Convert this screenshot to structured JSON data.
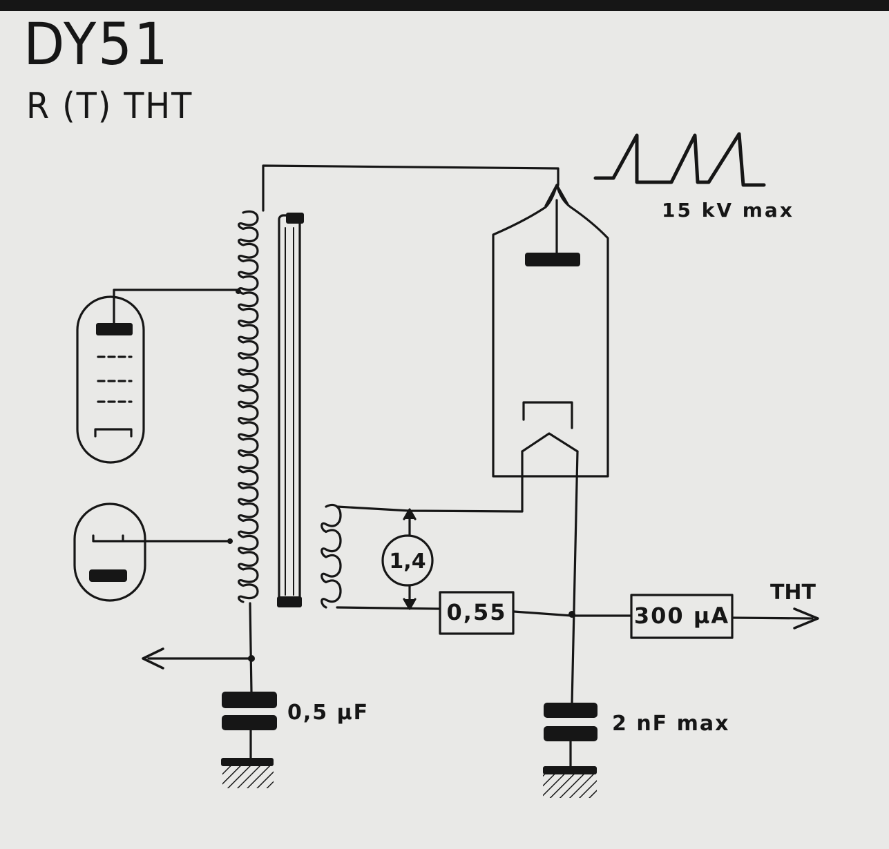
{
  "title": "DY51",
  "subtitle": "R (T) THT",
  "labels": {
    "pulse_voltage": "15 kV max",
    "ratio": "1,4",
    "resistor": "0,55",
    "current_meter": "300 µA",
    "output": "THT",
    "capacitor_left": "0,5 µF",
    "capacitor_right": "2 nF max"
  },
  "colors": {
    "ink": "#161616",
    "paper": "#e9e9e7"
  }
}
